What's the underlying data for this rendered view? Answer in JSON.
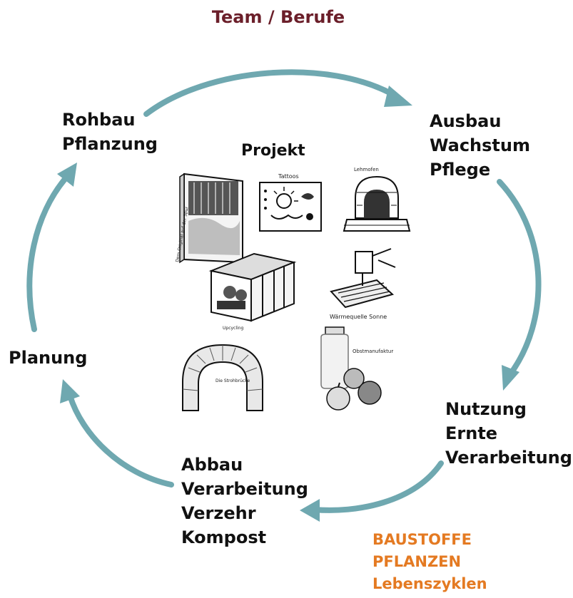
{
  "title": "Team / Berufe",
  "stages": {
    "rohbau": [
      "Rohbau",
      "Pflanzung"
    ],
    "ausbau": [
      "Ausbau",
      "Wachstum",
      "Pflege"
    ],
    "nutzung": [
      "Nutzung",
      "Ernte",
      "Verarbeitung"
    ],
    "abbau": [
      "Abbau",
      "Verarbeitung",
      "Verzehr",
      "Kompost"
    ],
    "planung": [
      "Planung"
    ]
  },
  "center_label": "Projekt",
  "sketches": {
    "s1": "Dem Original auf der Spur",
    "s2": "Tattoos",
    "s3": "Lehmofen",
    "s4": "Upcycling",
    "s5": "Wärmequelle Sonne",
    "s6": "Die Strohbrücke",
    "s7": "Obstmanufaktur"
  },
  "legend": [
    "BAUSTOFFE",
    "PFLANZEN",
    "Lebenszyklen"
  ],
  "colors": {
    "arrow": "#6fa8b0",
    "title": "#6b1f2a",
    "legend": "#e47a22"
  }
}
